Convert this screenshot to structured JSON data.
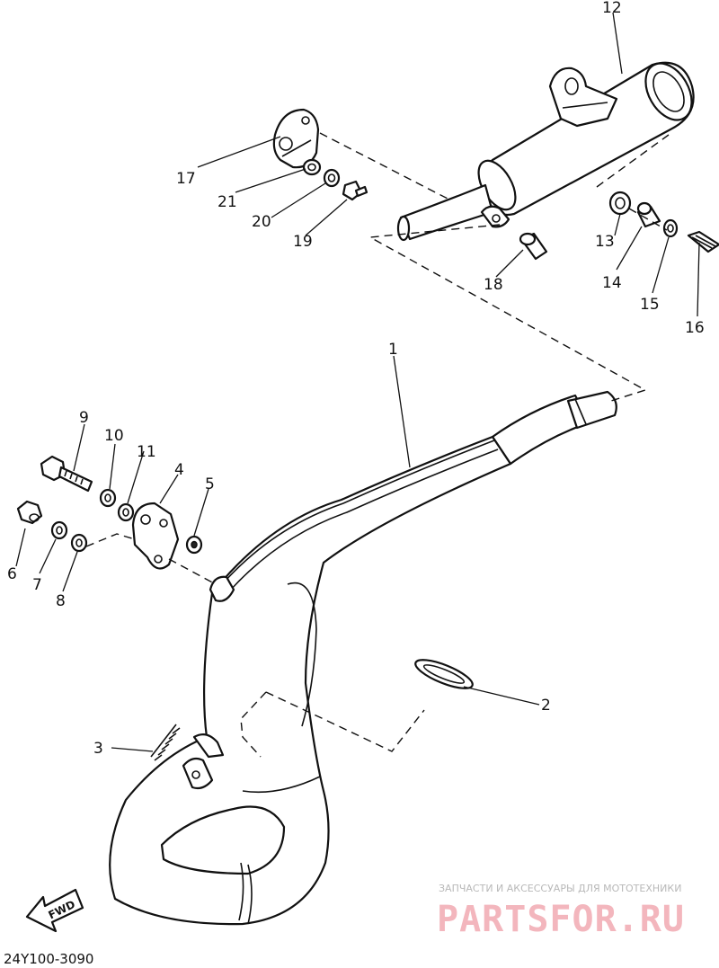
{
  "diagram_code": "24Y100-3090",
  "fwd_label": "FWD",
  "watermark": {
    "tagline": "ЗАПЧАСТИ И АКСЕССУАРЫ ДЛЯ МОТОТЕХНИКИ",
    "brand": "PARTSFOR.RU",
    "brand_color": "#f3b6bd"
  },
  "callouts": [
    "1",
    "2",
    "3",
    "4",
    "5",
    "6",
    "7",
    "8",
    "9",
    "10",
    "11",
    "12",
    "13",
    "14",
    "15",
    "16",
    "17",
    "18",
    "19",
    "20",
    "21"
  ]
}
